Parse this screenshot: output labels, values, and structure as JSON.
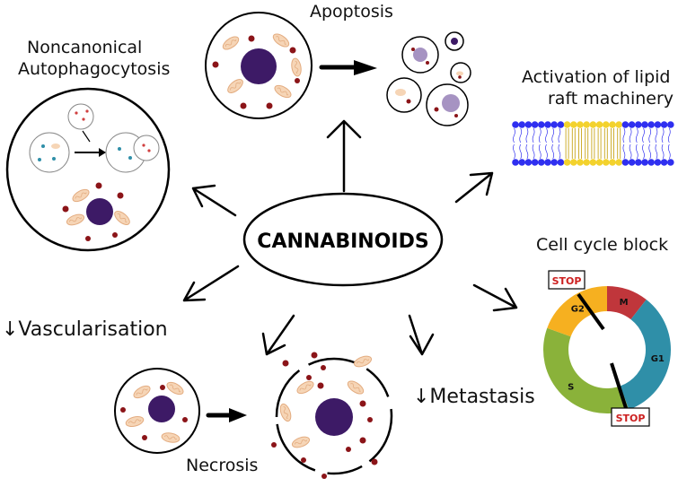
{
  "center": {
    "label": "CANNABINOIDS"
  },
  "effects": {
    "apoptosis": "Apoptosis",
    "autophagy_line1": "Noncanonical",
    "autophagy_line2": "Autophagocytosis",
    "lipid_line1": "Activation of lipid",
    "lipid_line2": "raft machinery",
    "cell_cycle": "Cell cycle block",
    "vascularisation": "↓Vascularisation",
    "metastasis": "↓Metastasis",
    "necrosis": "Necrosis"
  },
  "cell_cycle_donut": {
    "phases": [
      {
        "label": "M",
        "color": "#c0363b"
      },
      {
        "label": "G1",
        "color": "#2f8fa8"
      },
      {
        "label": "S",
        "color": "#8ab23a"
      },
      {
        "label": "G2",
        "color": "#f6b020"
      }
    ],
    "stop_label": "STOP",
    "stop_color": "#cc1f1f"
  },
  "colors": {
    "nucleus": "#3d1a66",
    "dot": "#8b1418",
    "mito_fill": "#f6d5b6",
    "mito_stroke": "#e3ac80",
    "lipid_head": "#2f2ff0",
    "raft_head": "#f3d22d"
  }
}
